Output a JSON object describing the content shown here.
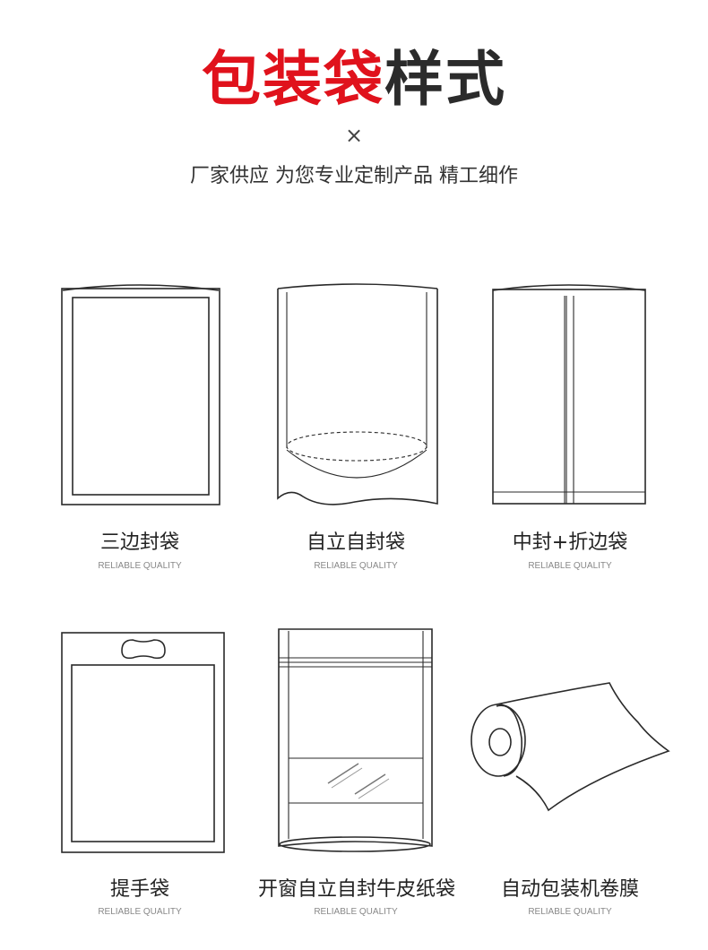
{
  "header": {
    "title_red": "包装袋",
    "title_dark": "样式",
    "times_symbol": "×",
    "subtitle": "厂家供应 为您专业定制产品 精工细作"
  },
  "colors": {
    "accent_red": "#e0121c",
    "title_dark": "#2b2b2b",
    "label_text": "#222222",
    "caption_grey": "#888888"
  },
  "items": [
    {
      "name": "三边封袋",
      "caption": "RELIABLE QUALITY",
      "icon": "three-side-seal-bag-icon"
    },
    {
      "name": "自立自封袋",
      "caption": "RELIABLE QUALITY",
      "icon": "stand-up-zip-bag-icon"
    },
    {
      "name": "中封+折边袋",
      "caption": "RELIABLE QUALITY",
      "icon": "center-seal-gusset-bag-icon"
    },
    {
      "name": "提手袋",
      "caption": "RELIABLE QUALITY",
      "icon": "handle-bag-icon"
    },
    {
      "name": "开窗自立自封牛皮纸袋",
      "caption": "RELIABLE QUALITY",
      "icon": "window-kraft-stand-up-bag-icon"
    },
    {
      "name": "自动包装机卷膜",
      "caption": "RELIABLE QUALITY",
      "icon": "packaging-film-roll-icon"
    }
  ]
}
